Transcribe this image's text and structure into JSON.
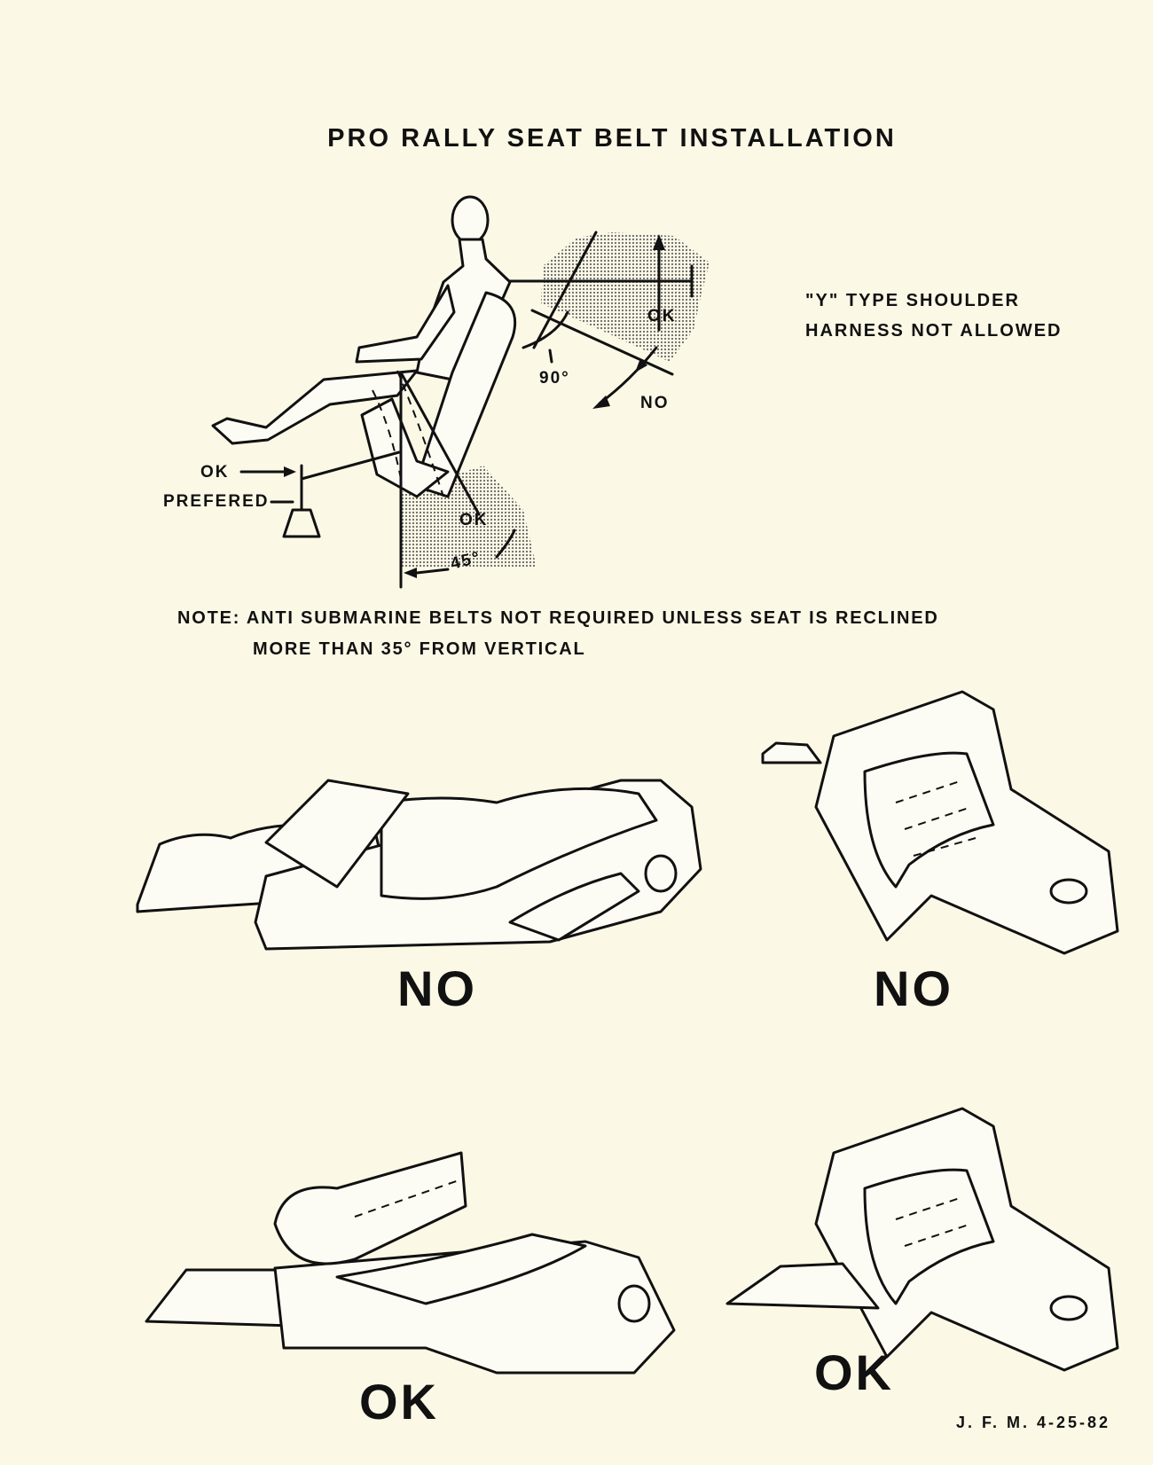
{
  "title": "PRO RALLY SEAT BELT INSTALLATION",
  "harness_note": {
    "line1": "\"Y\" TYPE SHOULDER",
    "line2": "HARNESS NOT ALLOWED"
  },
  "seat_diagram": {
    "shoulder_ok": "OK",
    "shoulder_no": "NO",
    "angle_90": "90°",
    "lap_ok": "OK",
    "lap_prefered": "PREFERED",
    "sub_ok": "OK",
    "angle_45": "45°"
  },
  "note": {
    "line1": "NOTE: ANTI SUBMARINE BELTS NOT REQUIRED UNLESS SEAT IS RECLINED",
    "line2": "MORE THAN 35° FROM VERTICAL"
  },
  "buckle_labels": {
    "top_left": "NO",
    "top_right": "NO",
    "bottom_left": "OK",
    "bottom_right": "OK"
  },
  "signature": "J. F. M. 4-25-82"
}
